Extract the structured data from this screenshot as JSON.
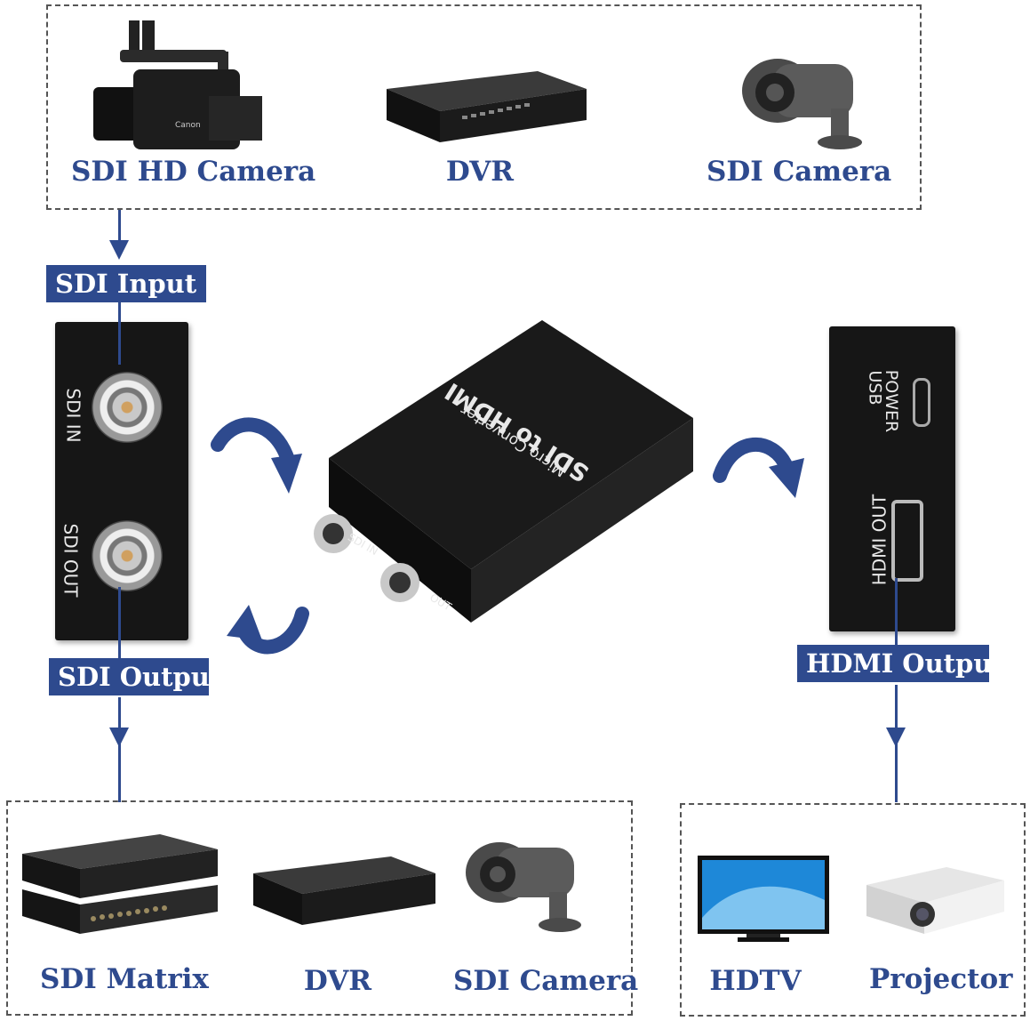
{
  "sources": {
    "items": [
      {
        "label": "SDI HD Camera",
        "icon": "camcorder-icon"
      },
      {
        "label": "DVR",
        "icon": "dvr-icon"
      },
      {
        "label": "SDI Camera",
        "icon": "bullet-camera-icon"
      }
    ]
  },
  "tags": {
    "sdi_input": "SDI Input",
    "sdi_output": "SDI Output",
    "hdmi_output": "HDMI Output"
  },
  "left_panel": {
    "sdi_in": "SDI IN",
    "sdi_out": "SDI OUT"
  },
  "converter": {
    "title": "SDI to HDMI",
    "subtitle": "Micro Converter",
    "port_in": "SDI IN",
    "port_out": "OUT"
  },
  "right_panel": {
    "usb_line1": "USB",
    "usb_line2": "POWER",
    "hdmi_out": "HDMI OUT"
  },
  "sdi_destinations": {
    "items": [
      {
        "label": "SDI Matrix",
        "icon": "matrix-rack-icon"
      },
      {
        "label": "DVR",
        "icon": "dvr-icon"
      },
      {
        "label": "SDI Camera",
        "icon": "bullet-camera-icon"
      }
    ]
  },
  "hdmi_destinations": {
    "items": [
      {
        "label": "HDTV",
        "icon": "tv-icon"
      },
      {
        "label": "Projector",
        "icon": "projector-icon"
      }
    ]
  },
  "colors": {
    "accent": "#2e4a8e",
    "device": "#161616"
  }
}
